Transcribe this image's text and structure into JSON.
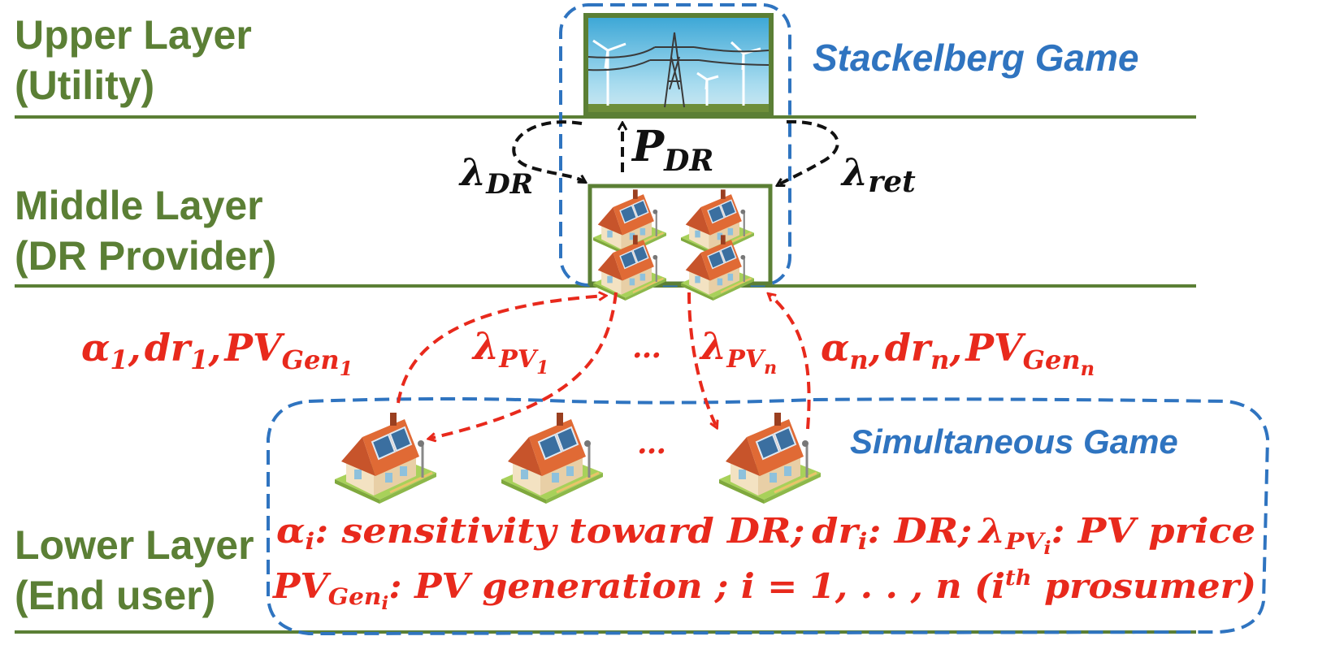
{
  "layers": {
    "upper": [
      "Upper Layer",
      "(Utility)"
    ],
    "middle": [
      "Middle Layer",
      "(DR Provider)"
    ],
    "lower": [
      "Lower Layer",
      "(End user)"
    ]
  },
  "games": {
    "stackelberg": "Stackelberg Game",
    "simultaneous": "Simultaneous Game"
  },
  "labels": {
    "lambda_dr": "λ",
    "lambda_dr_sub": "DR",
    "p_dr": "P",
    "p_dr_sub": "DR",
    "lambda_ret": "λ",
    "lambda_ret_sub": "ret",
    "ellipsis": "…",
    "prosumer1_a": "α",
    "prosumer1_a_sub": "1",
    "prosumer1_dr": "dr",
    "prosumer1_dr_sub": "1",
    "prosumer1_pv": "PV",
    "prosumer1_pv_sub": "Gen",
    "prosumer1_pv_subsub": "1",
    "lambda_pv1": "λ",
    "lambda_pv1_sub": "PV",
    "lambda_pv1_subsub": "1",
    "lambda_pvn": "λ",
    "lambda_pvn_sub": "PV",
    "lambda_pvn_subsub": "n",
    "prosumern_a": "α",
    "prosumern_a_sub": "n",
    "prosumern_dr": "dr",
    "prosumern_dr_sub": "n",
    "prosumern_pv": "PV",
    "prosumern_pv_sub": "Gen",
    "prosumern_pv_subsub": "n",
    "comma": ","
  },
  "legend": {
    "alpha": "α",
    "i": "i",
    "alpha_desc": ": sensitivity toward DR;",
    "dr": "dr",
    "dr_desc": ": DR;",
    "lambda": "λ",
    "pv": "PV",
    "pv_price_desc": ": PV price",
    "pvgen": "PV",
    "gen": "Gen",
    "pvgen_desc": ": PV generation ; ",
    "range": " = 1, . . , n (",
    "th": "th",
    "prosumer": " prosumer)"
  },
  "colors": {
    "layer_green": "#5b7f35",
    "game_blue": "#2f74c0",
    "arrow_red": "#e8291c",
    "arrow_black": "#111111"
  },
  "icons": [
    "wind-turbine-grid-image",
    "house-grid-image",
    "solar-house-icon"
  ]
}
